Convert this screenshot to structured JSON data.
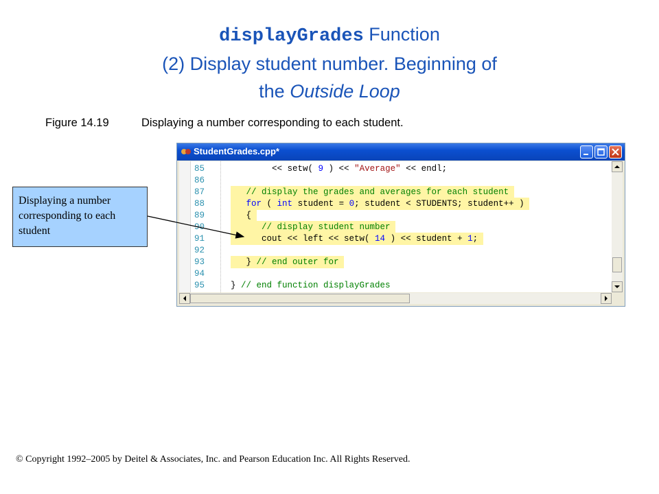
{
  "slide": {
    "title_code": "displayGrades",
    "title_rest1": " Function",
    "title_line2": "(2) Display student number. Beginning of",
    "title_line3_pre": "the ",
    "title_line3_it": "Outside Loop",
    "figure_num": "Figure 14.19",
    "figure_caption": "Displaying a number corresponding to each student.",
    "callout_text": "Displaying a number corresponding to each student",
    "copyright": "© Copyright 1992–2005 by Deitel & Associates, Inc. and Pearson Education Inc. All Rights Reserved."
  },
  "window": {
    "title": "StudentGrades.cpp*"
  },
  "code_lines": [
    {
      "num": "85",
      "text": "        << setw( 9 ) << \"Average\" << endl;",
      "highlight": false
    },
    {
      "num": "86",
      "text": "",
      "highlight": false
    },
    {
      "num": "87",
      "text": "   // display the grades and averages for each student",
      "highlight": true
    },
    {
      "num": "88",
      "text": "   for ( int student = 0; student < STUDENTS; student++ )",
      "highlight": true
    },
    {
      "num": "89",
      "text": "   {",
      "highlight": true
    },
    {
      "num": "90",
      "text": "      // display student number",
      "highlight": true
    },
    {
      "num": "91",
      "text": "      cout << left << setw( 14 ) << student + 1;",
      "highlight": true
    },
    {
      "num": "92",
      "text": "",
      "highlight": false
    },
    {
      "num": "93",
      "text": "   } // end outer for",
      "highlight": true
    },
    {
      "num": "94",
      "text": "",
      "highlight": false
    },
    {
      "num": "95",
      "text": "} // end function displayGrades",
      "highlight": false
    }
  ],
  "colors": {
    "title": "#1a54b8",
    "callout": "#a6d2ff",
    "highlight": "#fff5a5",
    "keyword": "#0000ff",
    "comment": "#008000",
    "line_number": "#2b91af"
  }
}
